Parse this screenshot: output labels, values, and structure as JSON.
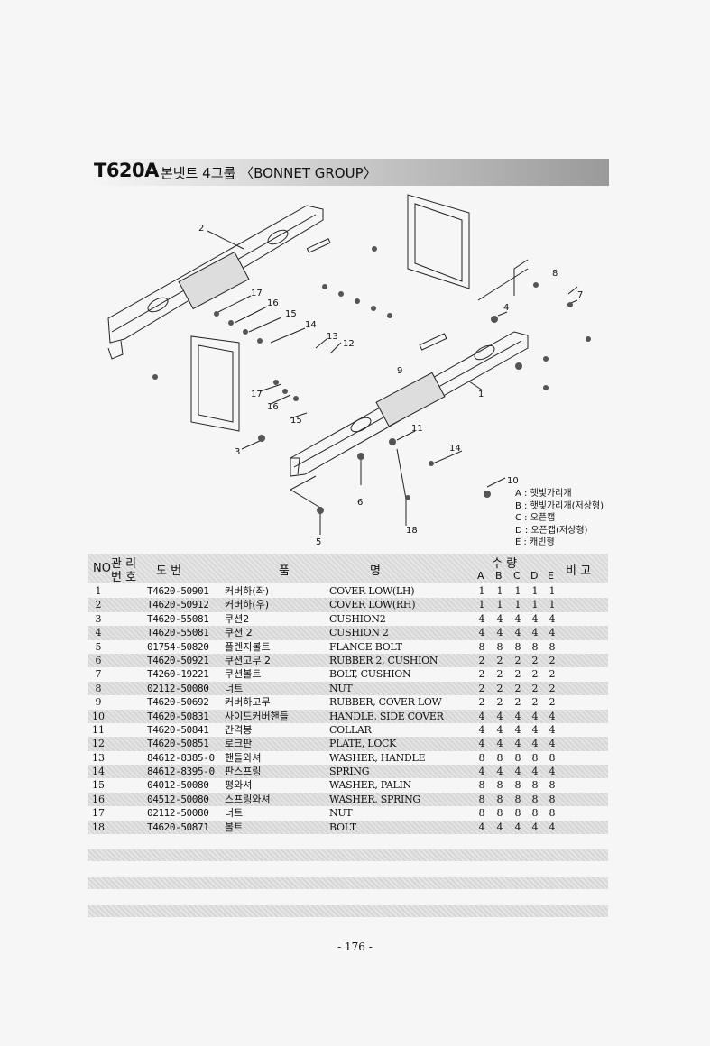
{
  "header": {
    "model": "T620A",
    "subtitle": "본넷트 4그룹 〈BONNET GROUP〉"
  },
  "diagram": {
    "callouts": [
      "1",
      "2",
      "3",
      "4",
      "5",
      "6",
      "7",
      "8",
      "9",
      "10",
      "11",
      "12",
      "13",
      "14",
      "15",
      "16",
      "17",
      "18",
      "14",
      "15",
      "16",
      "17"
    ]
  },
  "legend": [
    "A : 햇빛가리개",
    "B : 햇빛가리개(저상형)",
    "C : 오픈캡",
    "D : 오픈캡(저상형)",
    "E : 캐빈형"
  ],
  "table": {
    "headers": {
      "no": "NO",
      "mgmt_top": "관 리",
      "mgmt_bottom": "번 호",
      "drawing": "도    번",
      "name_a": "품",
      "name_b": "명",
      "qty": "수    량",
      "note": "비  고"
    },
    "qty_cols": [
      "A",
      "B",
      "C",
      "D",
      "E"
    ],
    "rows": [
      {
        "no": "1",
        "part": "T4620-50901",
        "kr": "커버하(좌)",
        "en": "COVER LOW(LH)",
        "q": [
          "1",
          "1",
          "1",
          "1",
          "1"
        ]
      },
      {
        "no": "2",
        "part": "T4620-50912",
        "kr": "커버하(우)",
        "en": "COVER LOW(RH)",
        "q": [
          "1",
          "1",
          "1",
          "1",
          "1"
        ]
      },
      {
        "no": "3",
        "part": "T4620-55081",
        "kr": "쿠션2",
        "en": "CUSHION2",
        "q": [
          "4",
          "4",
          "4",
          "4",
          "4"
        ]
      },
      {
        "no": "4",
        "part": "T4620-55081",
        "kr": "쿠션 2",
        "en": "CUSHION 2",
        "q": [
          "4",
          "4",
          "4",
          "4",
          "4"
        ]
      },
      {
        "no": "5",
        "part": "01754-50820",
        "kr": "플렌지볼트",
        "en": "FLANGE BOLT",
        "q": [
          "8",
          "8",
          "8",
          "8",
          "8"
        ]
      },
      {
        "no": "6",
        "part": "T4620-50921",
        "kr": "쿠션고무 2",
        "en": "RUBBER 2, CUSHION",
        "q": [
          "2",
          "2",
          "2",
          "2",
          "2"
        ]
      },
      {
        "no": "7",
        "part": "T4260-19221",
        "kr": "쿠션볼트",
        "en": "BOLT, CUSHION",
        "q": [
          "2",
          "2",
          "2",
          "2",
          "2"
        ]
      },
      {
        "no": "8",
        "part": "02112-50080",
        "kr": "너트",
        "en": "NUT",
        "q": [
          "2",
          "2",
          "2",
          "2",
          "2"
        ]
      },
      {
        "no": "9",
        "part": "T4620-50692",
        "kr": "커버하고무",
        "en": "RUBBER, COVER LOW",
        "q": [
          "2",
          "2",
          "2",
          "2",
          "2"
        ]
      },
      {
        "no": "10",
        "part": "T4620-50831",
        "kr": "사이드커버핸들",
        "en": "HANDLE, SIDE COVER",
        "q": [
          "4",
          "4",
          "4",
          "4",
          "4"
        ]
      },
      {
        "no": "11",
        "part": "T4620-50841",
        "kr": "간격봉",
        "en": "COLLAR",
        "q": [
          "4",
          "4",
          "4",
          "4",
          "4"
        ]
      },
      {
        "no": "12",
        "part": "T4620-50851",
        "kr": "로크판",
        "en": "PLATE, LOCK",
        "q": [
          "4",
          "4",
          "4",
          "4",
          "4"
        ]
      },
      {
        "no": "13",
        "part": "84612-8385-0",
        "kr": "핸들와셔",
        "en": "WASHER, HANDLE",
        "q": [
          "8",
          "8",
          "8",
          "8",
          "8"
        ]
      },
      {
        "no": "14",
        "part": "84612-8395-0",
        "kr": "판스프링",
        "en": "SPRING",
        "q": [
          "4",
          "4",
          "4",
          "4",
          "4"
        ]
      },
      {
        "no": "15",
        "part": "04012-50080",
        "kr": "평와셔",
        "en": "WASHER, PALIN",
        "q": [
          "8",
          "8",
          "8",
          "8",
          "8"
        ]
      },
      {
        "no": "16",
        "part": "04512-50080",
        "kr": "스프링와셔",
        "en": "WASHER, SPRING",
        "q": [
          "8",
          "8",
          "8",
          "8",
          "8"
        ]
      },
      {
        "no": "17",
        "part": "02112-50080",
        "kr": "너트",
        "en": "NUT",
        "q": [
          "8",
          "8",
          "8",
          "8",
          "8"
        ]
      },
      {
        "no": "18",
        "part": "T4620-50871",
        "kr": "볼트",
        "en": "BOLT",
        "q": [
          "4",
          "4",
          "4",
          "4",
          "4"
        ]
      }
    ]
  },
  "footer": {
    "page_number": "- 176 -"
  }
}
